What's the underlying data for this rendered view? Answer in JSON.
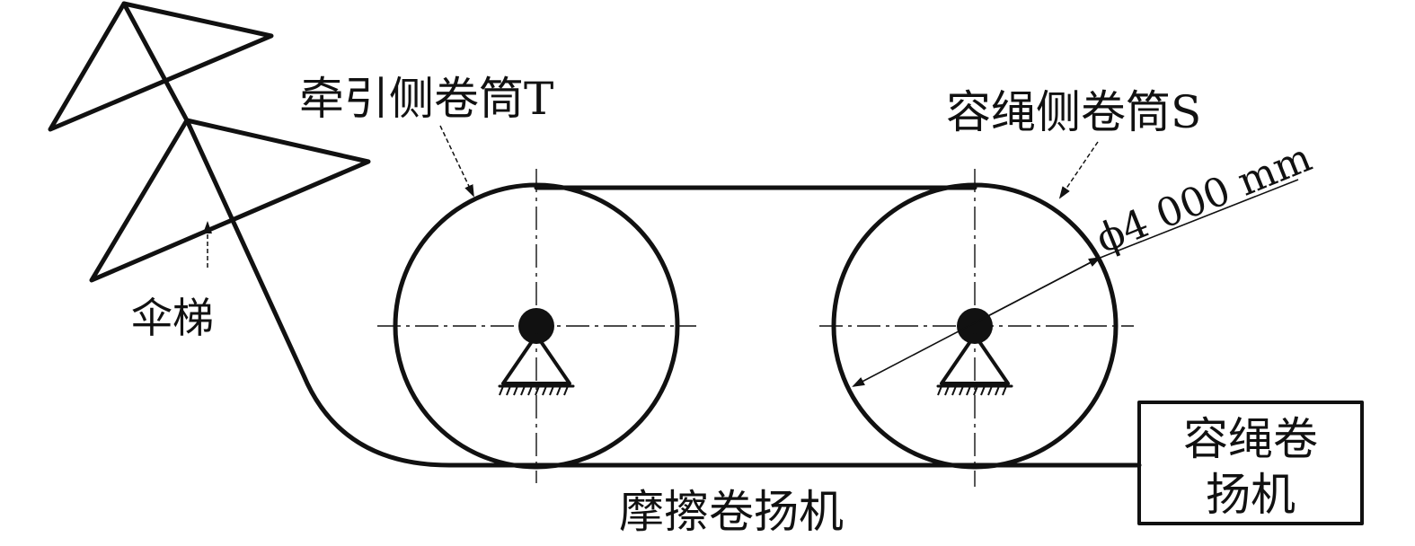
{
  "labels": {
    "traction_drum": "牵引侧卷筒T",
    "storage_drum": "容绳侧卷筒S",
    "diameter": "ϕ4 000 mm",
    "umbrella_ladder": "伞梯",
    "friction_winch": "摩擦卷扬机",
    "storage_winch_line1": "容绳卷",
    "storage_winch_line2": "扬机"
  }
}
